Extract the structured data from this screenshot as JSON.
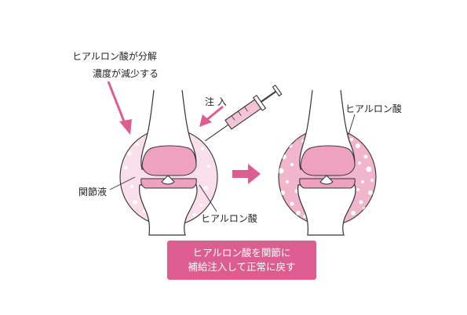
{
  "labels": {
    "decrease_line1": "ヒアルロン酸が分解",
    "decrease_line2": "濃度が減少する",
    "injection": "注 入",
    "joint_fluid": "関節液",
    "hyaluronic_bottom": "ヒアルロン酸",
    "hyaluronic_right": "ヒアルロン酸"
  },
  "caption": {
    "line1": "ヒアルロン酸を関節に",
    "line2": "補給注入して正常に戻す"
  },
  "colors": {
    "accent_pink": "#dd5d90",
    "capsule_fill": "#f9dfe9",
    "cartilage_fill": "#efa2bf",
    "line": "#333333"
  }
}
